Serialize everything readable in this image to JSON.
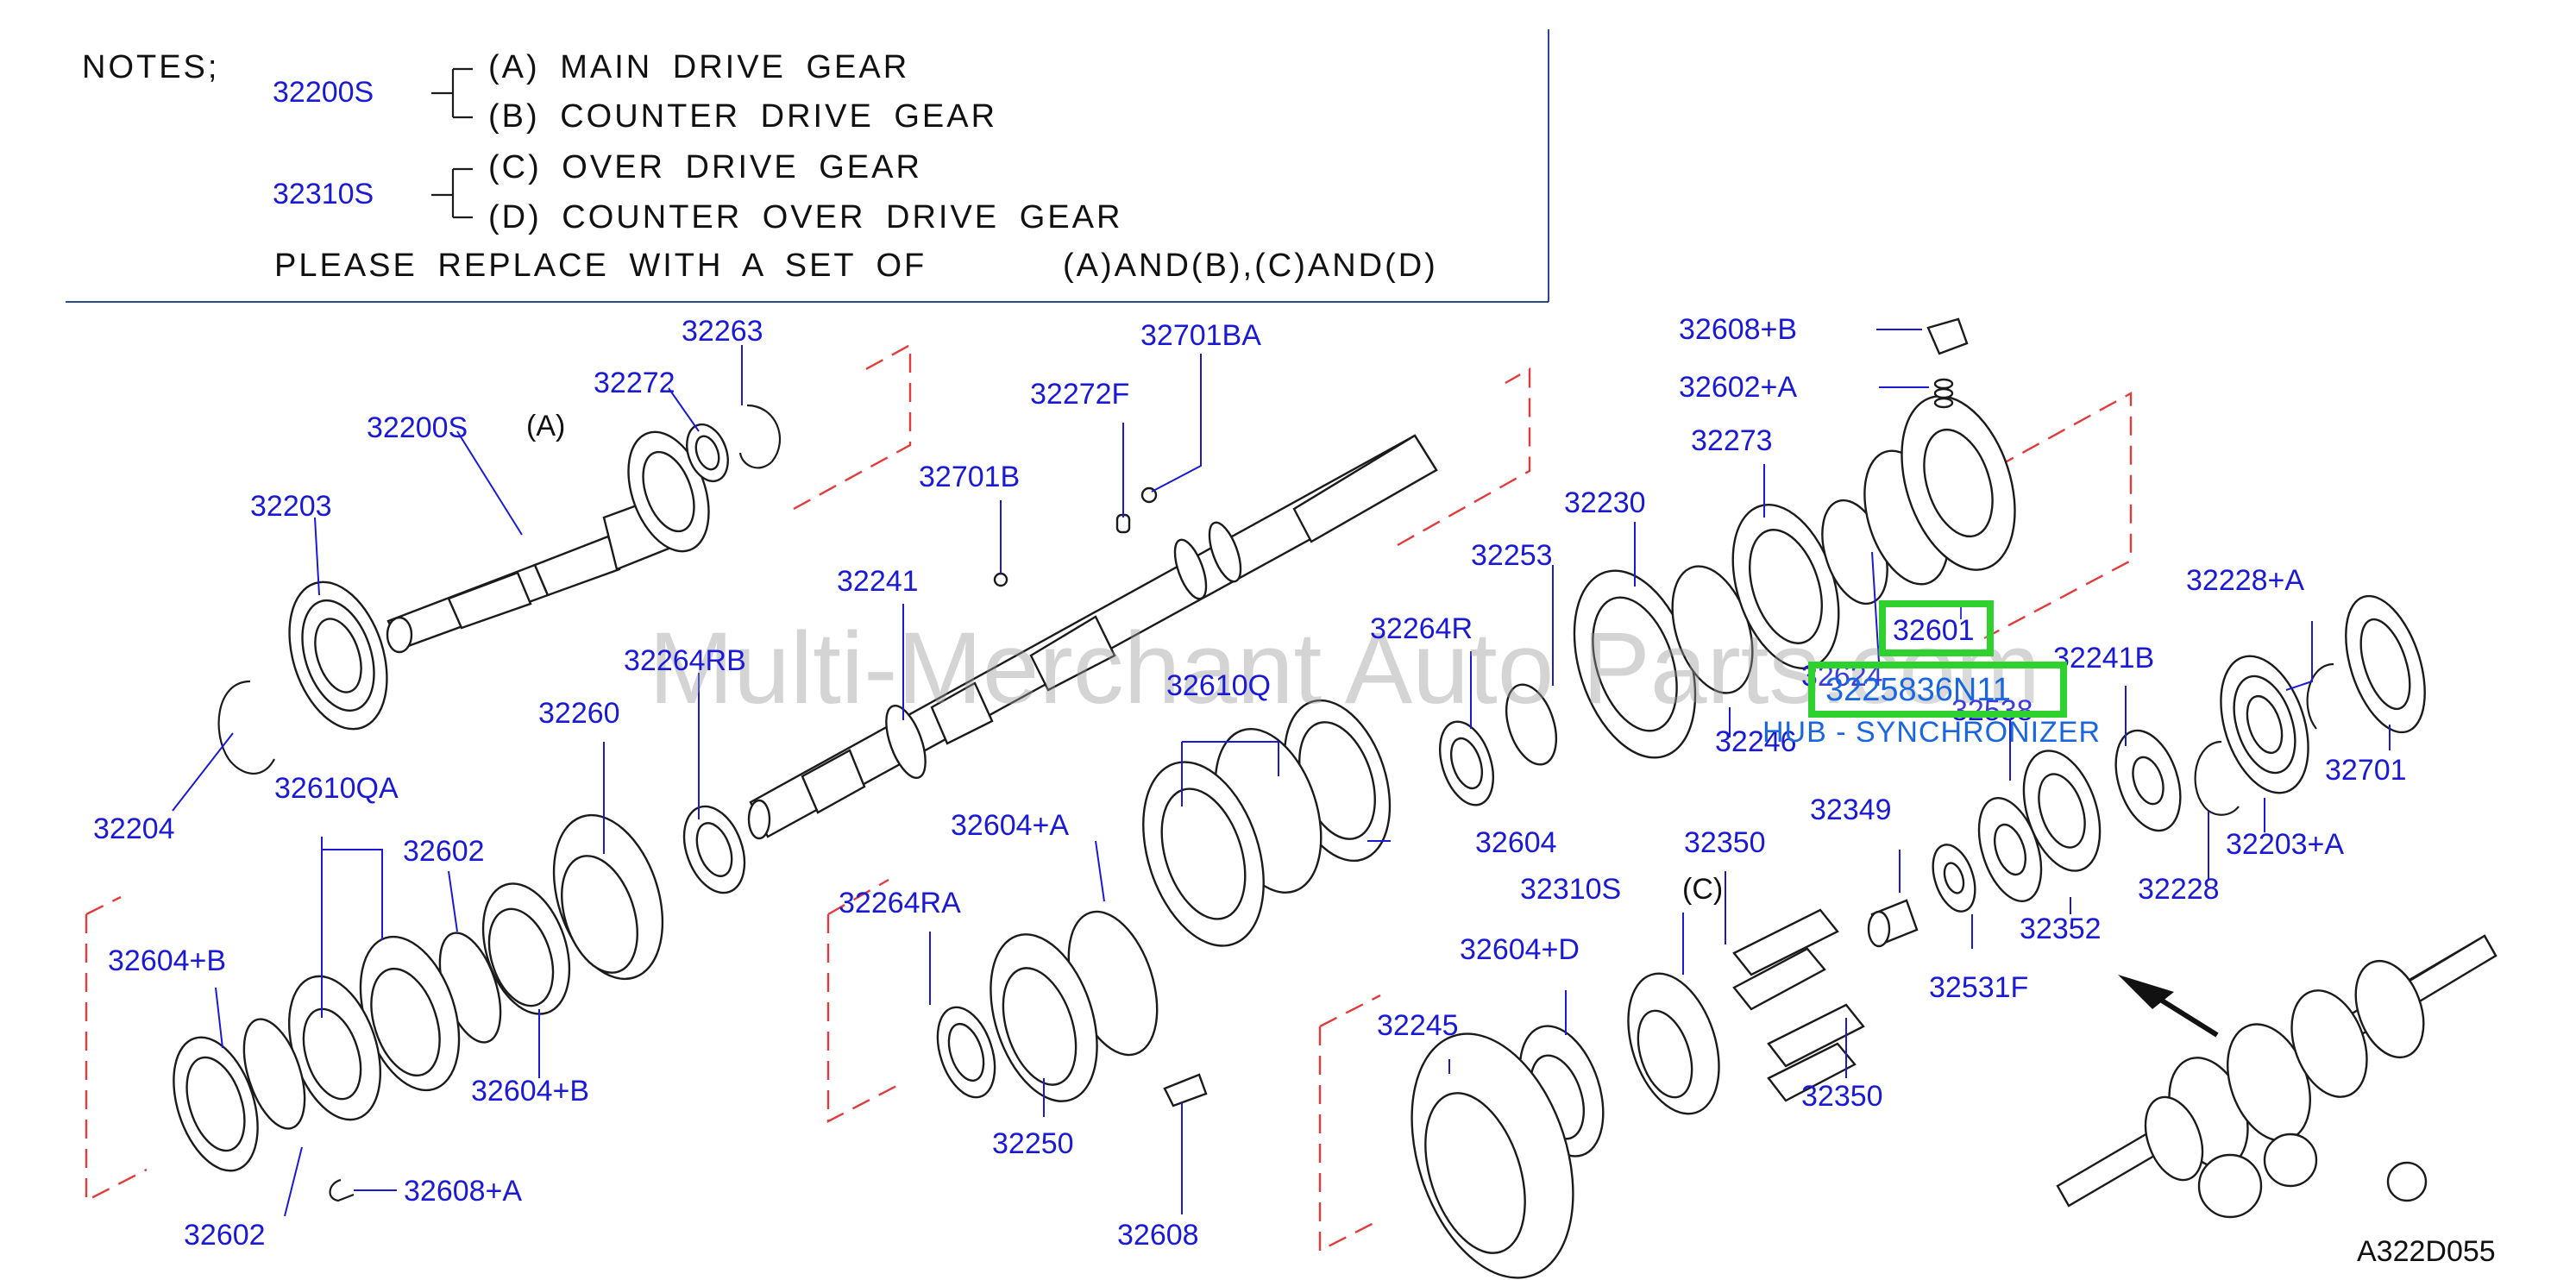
{
  "notes": {
    "title": "NOTES;",
    "group1_code": "32200S",
    "line_a": "(A)  MAIN  DRIVE  GEAR",
    "line_b": "(B)  COUNTER  DRIVE  GEAR",
    "group2_code": "32310S",
    "line_c": "(C)  OVER  DRIVE  GEAR",
    "line_d": "(D)  COUNTER  OVER  DRIVE  GEAR",
    "replace_text": "PLEASE  REPLACE  WITH  A  SET  OF",
    "replace_sets": "(A)AND(B),(C)AND(D)"
  },
  "markers": {
    "a": "(A)",
    "c": "(C)"
  },
  "watermark": "Multi-Merchant Auto Parts.com",
  "highlight": {
    "part_no": "32601",
    "sku": "3225836N11",
    "description": "HUB - SYNCHRONIZER",
    "color": "#2fd12f"
  },
  "diagram_id": "A322D055",
  "part_numbers": {
    "p32263": "32263",
    "p32272": "32272",
    "p32200S": "32200S",
    "p32203": "32203",
    "p32204": "32204",
    "p32701BA": "32701BA",
    "p32272F": "32272F",
    "p32701B": "32701B",
    "p32241": "32241",
    "p32264RB": "32264RB",
    "p32260": "32260",
    "p32610QA": "32610QA",
    "p32602_top": "32602",
    "p32604B_left": "32604+B",
    "p32604B_mid": "32604+B",
    "p32602_bottom": "32602",
    "p32608A": "32608+A",
    "p32604A": "32604+A",
    "p32264RA": "32264RA",
    "p32250": "32250",
    "p32608": "32608",
    "p32610Q": "32610Q",
    "p32264R": "32264R",
    "p32253": "32253",
    "p32604": "32604",
    "p32230": "32230",
    "p32608B": "32608+B",
    "p32602A": "32602+A",
    "p32273": "32273",
    "p32624": "32624",
    "p32246": "32246",
    "p32538": "32538",
    "p32241B": "32241B",
    "p32228A": "32228+A",
    "p32701": "32701",
    "p32203A": "32203+A",
    "p32228": "32228",
    "p32352": "32352",
    "p32349": "32349",
    "p32531F": "32531F",
    "p32350_top": "32350",
    "p32350_bottom": "32350",
    "p32310S": "32310S",
    "p32604D": "32604+D",
    "p32245": "32245"
  },
  "colors": {
    "part_number": "#1a1ad6",
    "phantom_line": "#e33b3b",
    "watermark": "#9a9a9a",
    "highlight_box": "#2fd12f",
    "highlight_text": "#1a66e0"
  }
}
